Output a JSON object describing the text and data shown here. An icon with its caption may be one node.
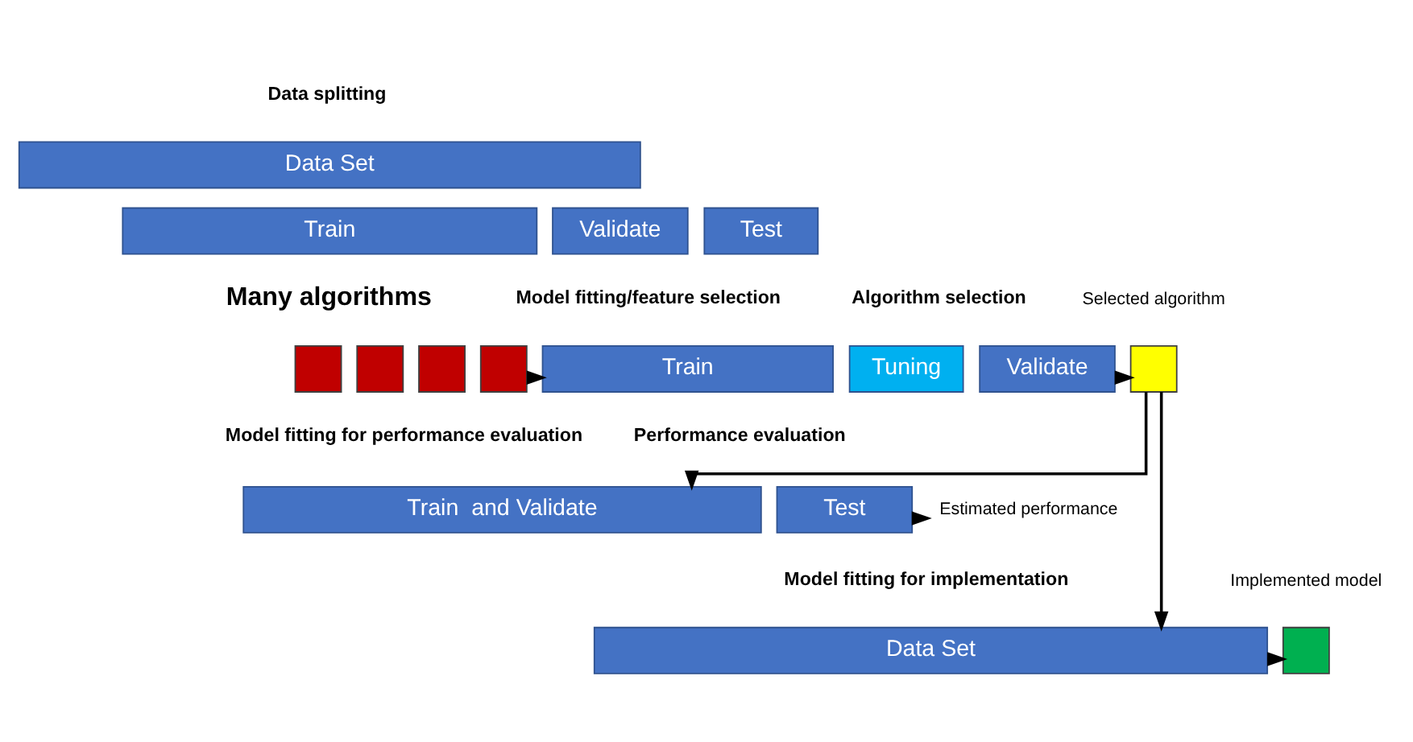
{
  "diagram": {
    "nodes": [
      {
        "text": [
          "Data Set"
        ]
      },
      {
        "text": [
          "Train"
        ]
      },
      {
        "text": [
          "Validate"
        ]
      },
      {
        "text": [
          "Test"
        ]
      },
      {
        "text": [],
        "shape": "box"
      },
      {
        "text": [],
        "shape": "box"
      },
      {
        "text": [],
        "shape": "box"
      },
      {
        "text": [],
        "shape": "box"
      },
      {
        "text": [
          "Train"
        ]
      },
      {
        "text": [
          "Tuning"
        ]
      },
      {
        "text": [
          "Validate"
        ]
      },
      {
        "text": [],
        "shape": "box",
        "beside": [
          "Selected algorithm"
        ]
      },
      {
        "text": [
          "Train  and Validate"
        ]
      },
      {
        "text": [
          "Test"
        ]
      },
      {
        "text": [
          "Estimated performance"
        ]
      },
      {
        "text": [
          "Data Set"
        ]
      },
      {
        "text": [],
        "shape": "box",
        "beside": [
          "Implemented model"
        ]
      }
    ],
    "edges": [
      {
        "from": 7,
        "to": 8,
        "arrow": "to"
      },
      {
        "from": 10,
        "to": 11,
        "arrow": "to"
      },
      {
        "from": 11,
        "to": 12,
        "arrow": "to"
      },
      {
        "from": 11,
        "to": 15,
        "arrow": "to"
      },
      {
        "from": 13,
        "to": 14,
        "arrow": "to"
      },
      {
        "from": 15,
        "to": 16,
        "arrow": "to"
      }
    ],
    "labels": [
      "Data splitting",
      "Many algorithms",
      "Model fitting/feature selection",
      "Algorithm selection",
      "Model fitting for performance evaluation",
      "Performance evaluation",
      "Model fitting for implementation"
    ]
  }
}
